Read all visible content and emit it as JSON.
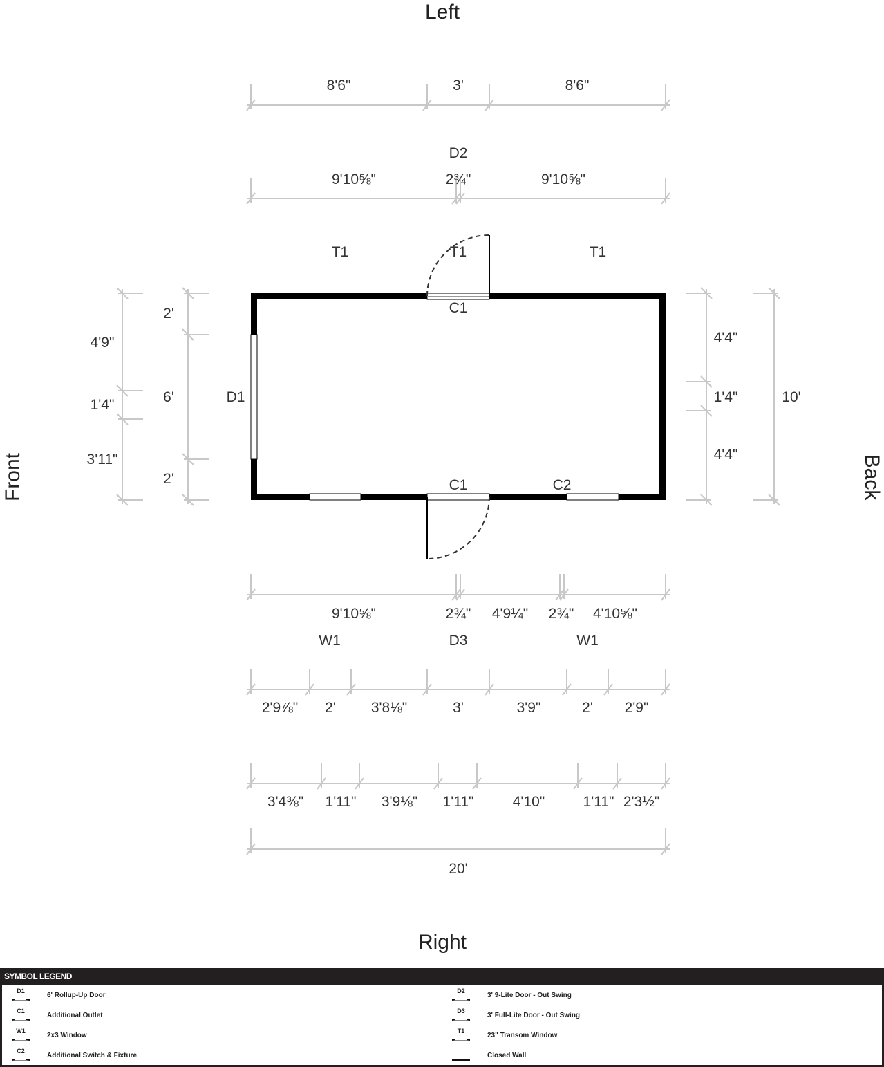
{
  "sides": {
    "top": "Left",
    "bottom": "Right",
    "left": "Front",
    "right": "Back"
  },
  "top_row1": [
    "8'6\"",
    "3'",
    "8'6\""
  ],
  "top_row2": [
    "9'10⅝\"",
    "2¾\"",
    "9'10⅝\""
  ],
  "top_code": "D2",
  "transoms": [
    "T1",
    "T1",
    "T1"
  ],
  "plan_labels": {
    "c1_top": "C1",
    "c1_bottom": "C1",
    "c2": "C2",
    "d1": "D1"
  },
  "left_outer": [
    "4'9\"",
    "1'4\"",
    "3'11\""
  ],
  "left_inner": [
    "2'",
    "6'",
    "2'"
  ],
  "right_inner": [
    "4'4\"",
    "1'4\"",
    "4'4\""
  ],
  "right_outer": [
    "10'"
  ],
  "bottom_row1": [
    "9'10⅝\"",
    "2¾\"",
    "4'9¼\"",
    "2¾\"",
    "4'10⅝\""
  ],
  "bottom_codes": [
    "W1",
    "D3",
    "W1"
  ],
  "bottom_row2": [
    "2'9⅞\"",
    "2'",
    "3'8⅛\"",
    "3'",
    "3'9\"",
    "2'",
    "2'9\""
  ],
  "bottom_row3": [
    "3'4⅜\"",
    "1'11\"",
    "3'9⅛\"",
    "1'11\"",
    "4'10\"",
    "1'11\"",
    "2'3½\""
  ],
  "bottom_total": "20'",
  "legend": {
    "title": "SYMBOL LEGEND",
    "left": [
      {
        "code": "D1",
        "label": "6' Rollup-Up Door"
      },
      {
        "code": "C1",
        "label": "Additional Outlet"
      },
      {
        "code": "W1",
        "label": "2x3 Window"
      },
      {
        "code": "C2",
        "label": "Additional Switch & Fixture"
      }
    ],
    "right": [
      {
        "code": "D2",
        "label": "3' 9-Lite Door - Out Swing"
      },
      {
        "code": "D3",
        "label": "3' Full-Lite Door - Out Swing"
      },
      {
        "code": "T1",
        "label": "23\" Transom Window"
      },
      {
        "code": "",
        "label": "Closed Wall"
      }
    ]
  }
}
